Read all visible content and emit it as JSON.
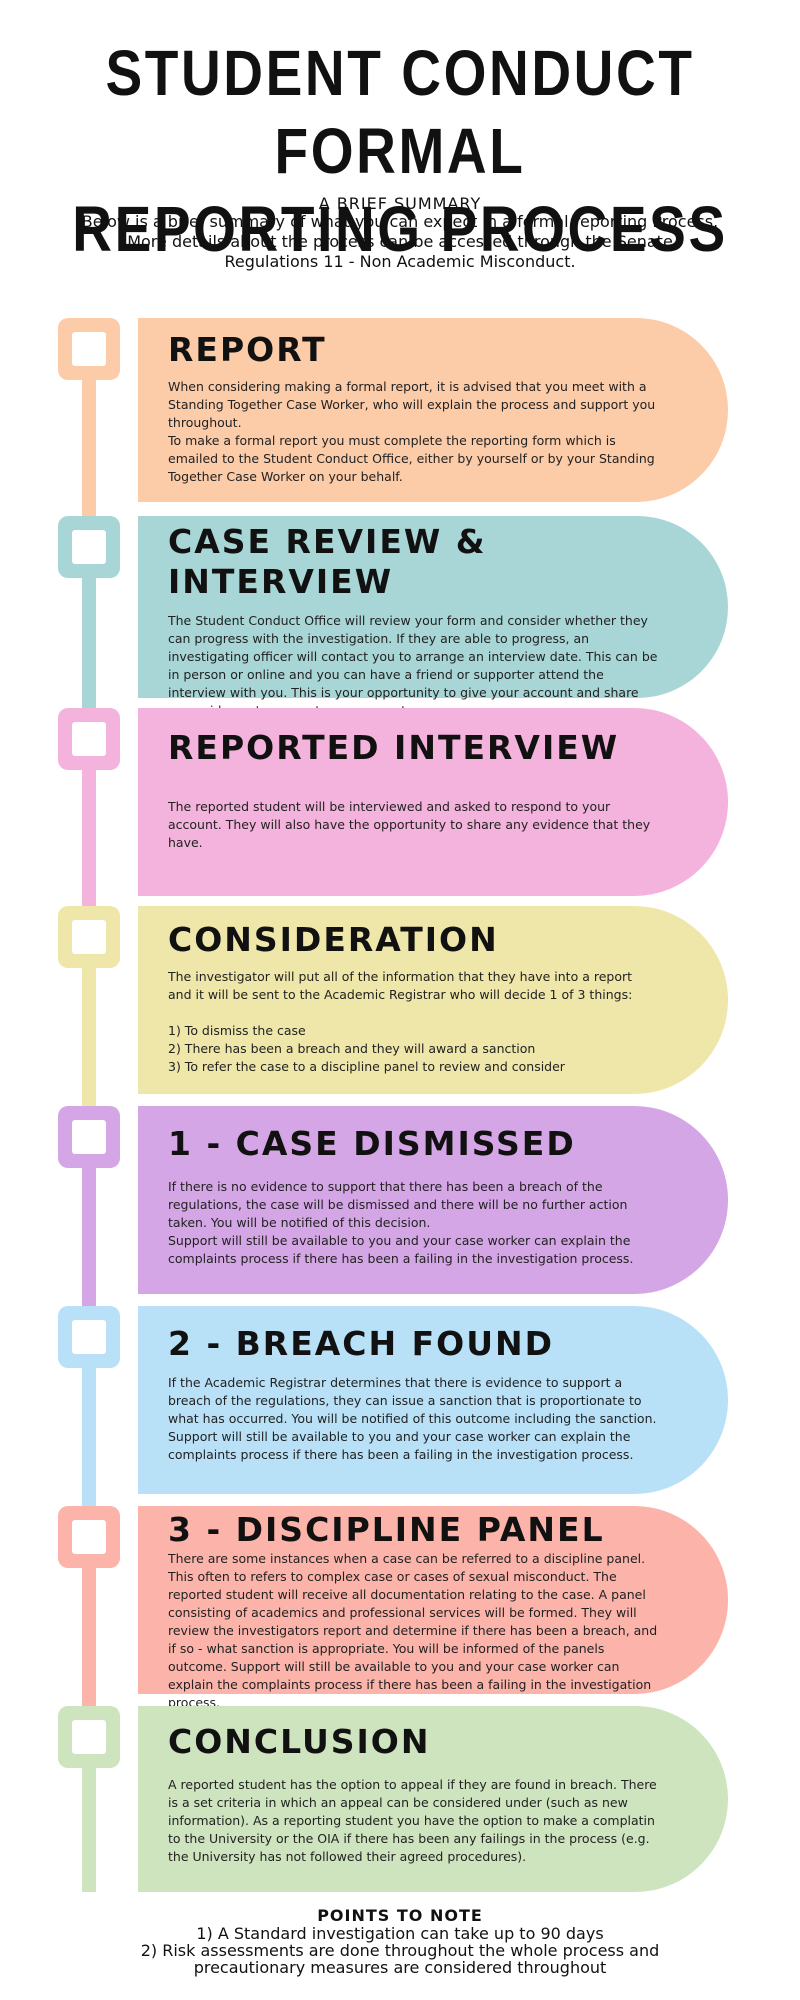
{
  "header": {
    "title_line1": "STUDENT CONDUCT FORMAL",
    "title_line2": "REPORTING PROCESS",
    "subtitle": "A BRIEF SUMMARY",
    "intro": "Below is a brief summary of what you can expect in a formal reporting Process. More details about the process can be accessed through the Senate Regulations 11 - Non Academic Misconduct."
  },
  "colors": {
    "report": "#fccba8",
    "case_review": "#a8d5d5",
    "reported_interview": "#f3b3dc",
    "consideration": "#efe6a9",
    "case_dismissed": "#d5a6e6",
    "breach_found": "#b8e1f8",
    "discipline_panel": "#fbb3aa",
    "conclusion": "#cde4bf"
  },
  "steps": [
    {
      "title": "REPORT",
      "body": "When considering making a formal report, it is advised that you meet with a Standing Together Case Worker, who will explain the process and support you throughout.\nTo make a formal report you must complete the reporting form which is emailed to the Student Conduct Office, either by yourself or by your Standing Together Case Worker on your behalf."
    },
    {
      "title": "CASE REVIEW & INTERVIEW",
      "body": "The Student Conduct Office will review your form and consider whether they can progress with the investigation. If they are able to progress, an investigating officer will contact you to arrange an interview date. This can be in person or online and you can have a friend or supporter attend the interview with you. This is your opportunity to give your account and share any evidence to support your account."
    },
    {
      "title": "REPORTED INTERVIEW",
      "body": "The reported student will be interviewed and asked to respond to your account. They will also have the opportunity to share any evidence that they have."
    },
    {
      "title": "CONSIDERATION",
      "body": "The investigator will put all of the information that they have into a report and it will be sent to the Academic Registrar who will decide 1 of 3 things:\n\n1) To dismiss the case\n2) There has been a breach and they will award a sanction\n3) To refer the case to a discipline panel to review and consider"
    },
    {
      "title": "1 - CASE DISMISSED",
      "body": "If there is no evidence to support that there has been a breach of the regulations, the case will be dismissed and there will be no further action taken. You will be notified of this decision.\nSupport will still be available to you and your case worker can explain the complaints process if there has been a failing in the investigation process."
    },
    {
      "title": "2 - BREACH FOUND",
      "body": "If the Academic Registrar determines that there is evidence to support a breach of the regulations, they can issue a sanction that is proportionate to what has occurred. You will be notified of this outcome including the sanction. Support will still be available to you and your case worker can explain the complaints process if there has been a failing in the investigation process."
    },
    {
      "title": "3 - DISCIPLINE PANEL",
      "body": "There are some instances when a case can be referred to a discipline panel. This often to refers to complex case or cases of sexual misconduct.  The reported student will receive all documentation relating to the case. A panel consisting of academics and professional services will be formed. They will review the investigators report and determine if there has been a breach, and if so - what sanction is appropriate. You will be informed of the panels outcome. Support will still be available to you and your case worker can explain the complaints process if there has been a failing in the investigation process."
    },
    {
      "title": "CONCLUSION",
      "body": "A reported student has the option to appeal if they are found in breach. There is a set criteria in which an appeal can be considered under (such as new information). As a reporting student you have the option to make a complatin to the University or the OIA if there has been any failings in the process (e.g. the University has not followed their agreed procedures)."
    }
  ],
  "points": {
    "title": "POINTS TO NOTE",
    "items": [
      "1) A Standard investigation can take up to 90 days",
      "2) Risk assessments are done throughout the whole process and precautionary measures are considered throughout"
    ]
  }
}
